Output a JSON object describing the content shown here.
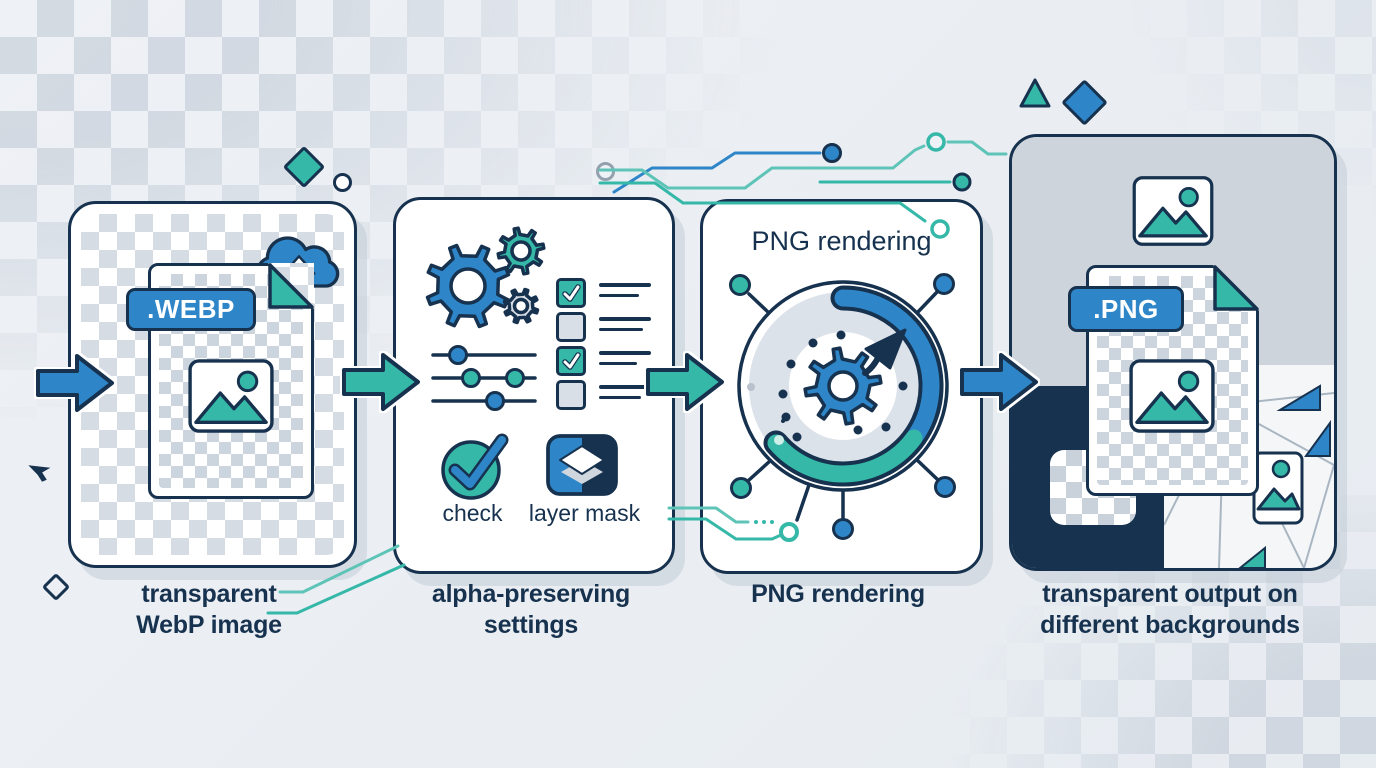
{
  "diagram": {
    "type": "process-flow",
    "steps": [
      {
        "caption": [
          "transparent",
          "WebP image"
        ],
        "file_badge": ".WEBP"
      },
      {
        "caption": [
          "alpha-preserving",
          "settings"
        ],
        "check_label": "check",
        "layer_mask_label": "layer mask",
        "checklist": [
          "checked",
          "unchecked",
          "checked",
          "unchecked"
        ]
      },
      {
        "caption": [
          "PNG rendering"
        ],
        "panel_title": "PNG rendering"
      },
      {
        "caption": [
          "transparent output on",
          "different backgrounds"
        ],
        "file_badge": ".PNG"
      }
    ]
  },
  "icons": {
    "cloud_upload": "cloud-upload-icon",
    "image": "image-mountain-icon",
    "gear": "gear-icon",
    "sliders": "sliders-icon",
    "checklist": "checklist-icon",
    "check_circle": "check-circle-icon",
    "layer_mask": "layer-mask-icon",
    "progress_ring": "progress-ring-icon",
    "cursor": "cursor-arrow-icon"
  },
  "colors": {
    "blue": "#2e86c8",
    "teal": "#35b8a8",
    "navy": "#17324f",
    "panel_gray": "#cdd4db",
    "ring_gray": "#dce2e9",
    "checker_gray": "#d6dce3",
    "background": "#eef1f5"
  }
}
